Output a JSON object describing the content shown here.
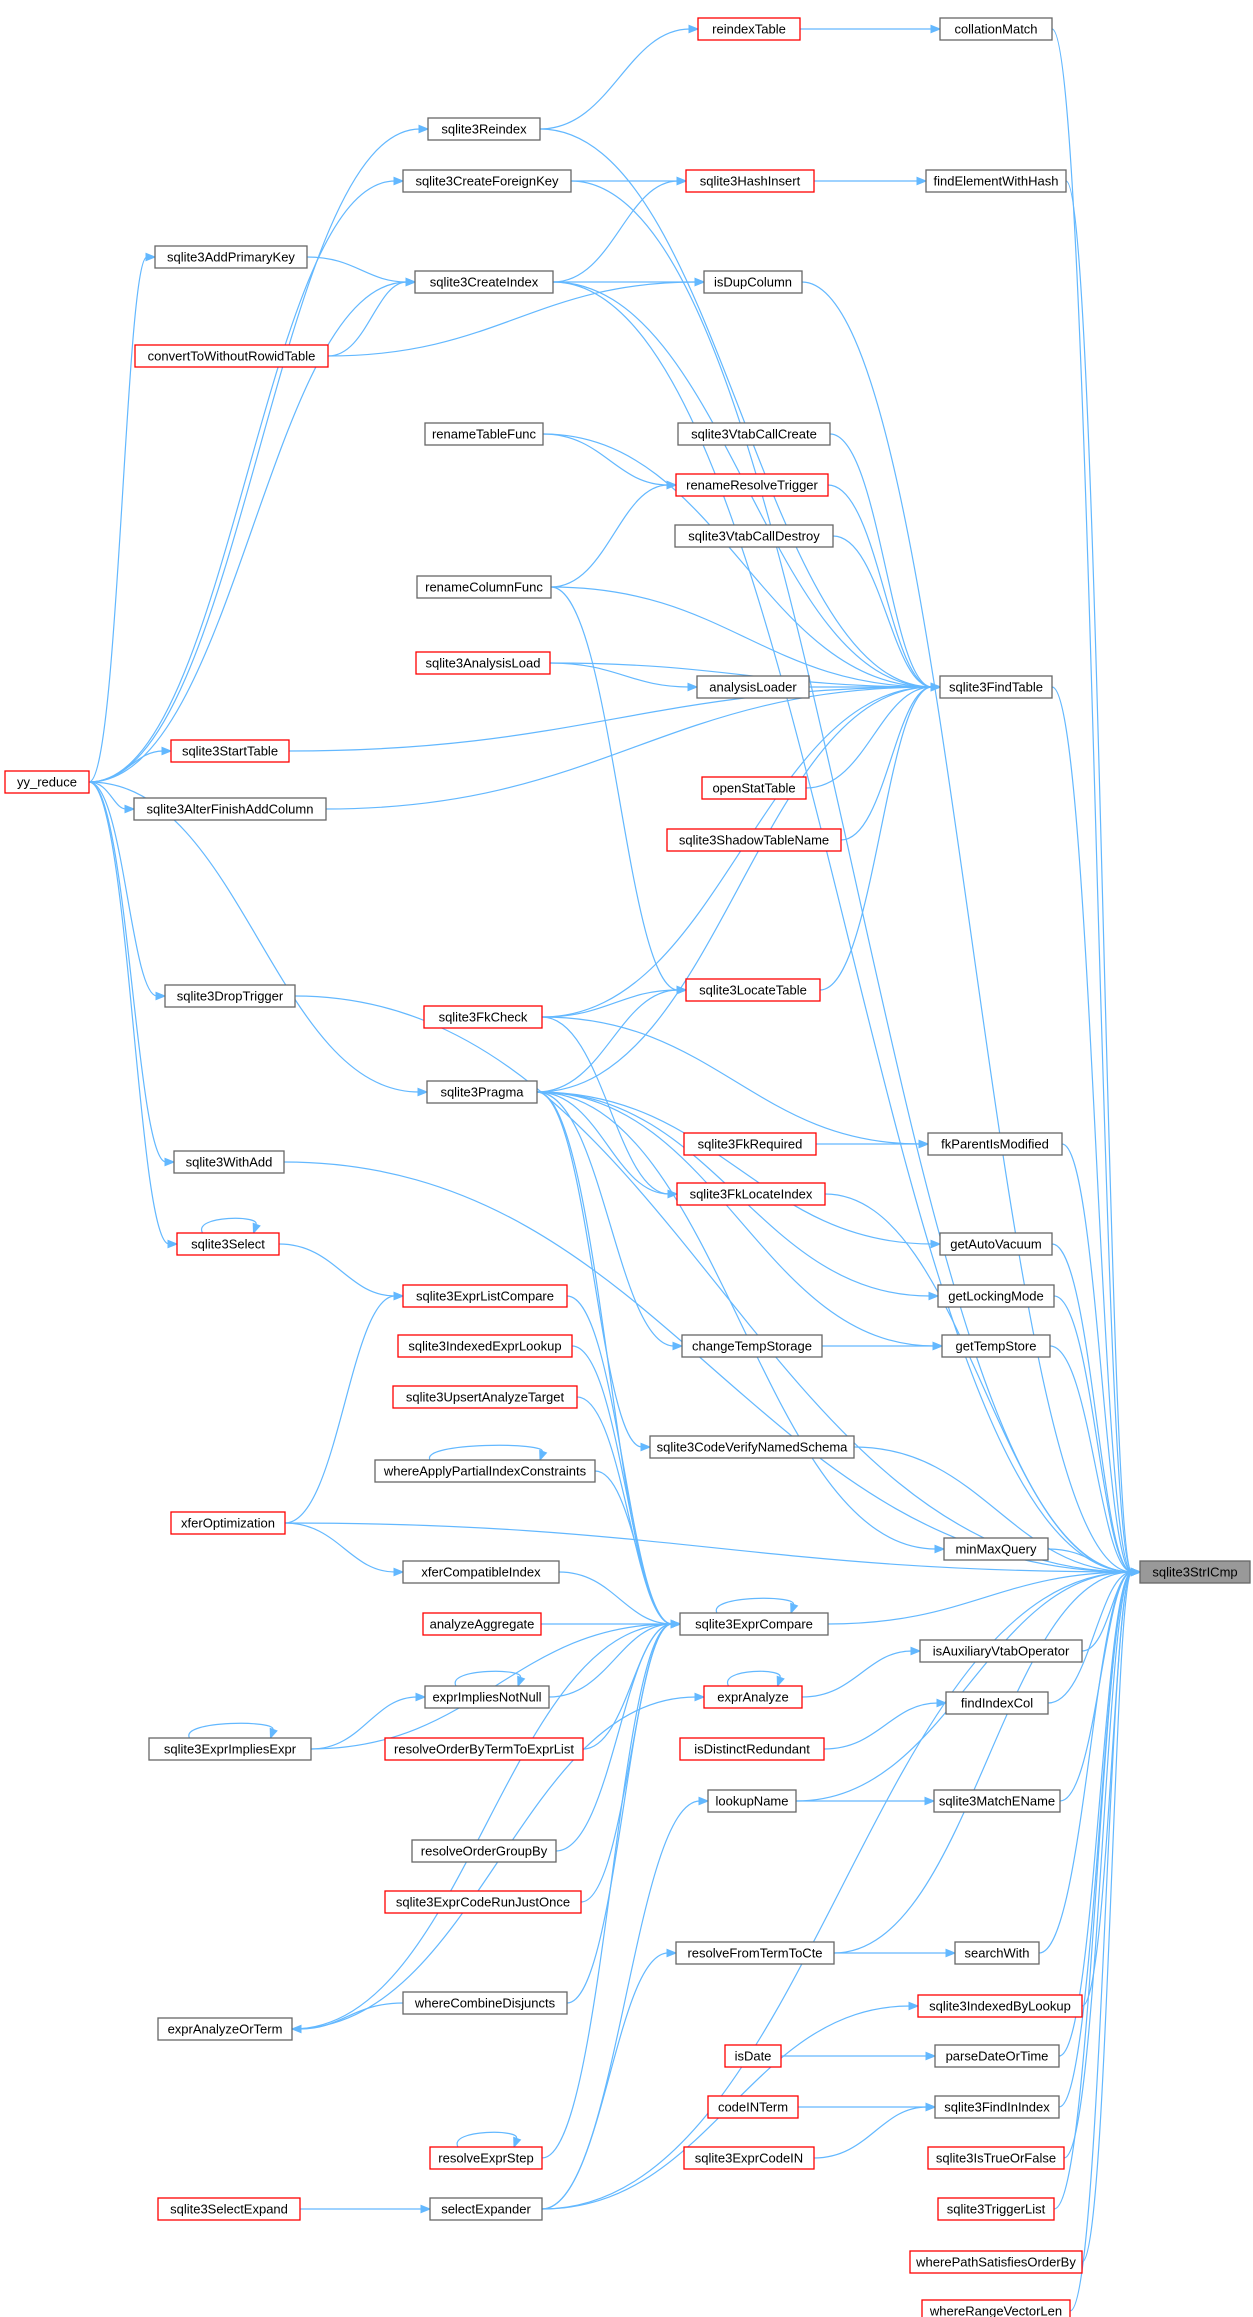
{
  "nodes": [
    {
      "id": "reindexTable",
      "label": "reindexTable",
      "style": "red"
    },
    {
      "id": "collationMatch",
      "label": "collationMatch",
      "style": "black"
    },
    {
      "id": "sqlite3Reindex",
      "label": "sqlite3Reindex",
      "style": "black"
    },
    {
      "id": "sqlite3CreateForeignKey",
      "label": "sqlite3CreateForeignKey",
      "style": "black"
    },
    {
      "id": "sqlite3HashInsert",
      "label": "sqlite3HashInsert",
      "style": "red"
    },
    {
      "id": "findElementWithHash",
      "label": "findElementWithHash",
      "style": "black"
    },
    {
      "id": "sqlite3AddPrimaryKey",
      "label": "sqlite3AddPrimaryKey",
      "style": "black"
    },
    {
      "id": "sqlite3CreateIndex",
      "label": "sqlite3CreateIndex",
      "style": "black"
    },
    {
      "id": "isDupColumn",
      "label": "isDupColumn",
      "style": "black"
    },
    {
      "id": "convertToWithoutRowidTable",
      "label": "convertToWithoutRowidTable",
      "style": "red"
    },
    {
      "id": "renameTableFunc",
      "label": "renameTableFunc",
      "style": "black"
    },
    {
      "id": "sqlite3VtabCallCreate",
      "label": "sqlite3VtabCallCreate",
      "style": "black"
    },
    {
      "id": "renameResolveTrigger",
      "label": "renameResolveTrigger",
      "style": "red"
    },
    {
      "id": "sqlite3VtabCallDestroy",
      "label": "sqlite3VtabCallDestroy",
      "style": "black"
    },
    {
      "id": "renameColumnFunc",
      "label": "renameColumnFunc",
      "style": "black"
    },
    {
      "id": "sqlite3AnalysisLoad",
      "label": "sqlite3AnalysisLoad",
      "style": "red"
    },
    {
      "id": "analysisLoader",
      "label": "analysisLoader",
      "style": "black"
    },
    {
      "id": "sqlite3FindTable",
      "label": "sqlite3FindTable",
      "style": "black"
    },
    {
      "id": "sqlite3StartTable",
      "label": "sqlite3StartTable",
      "style": "red"
    },
    {
      "id": "yy_reduce",
      "label": "yy_reduce",
      "style": "red"
    },
    {
      "id": "openStatTable",
      "label": "openStatTable",
      "style": "red"
    },
    {
      "id": "sqlite3AlterFinishAddColumn",
      "label": "sqlite3AlterFinishAddColumn",
      "style": "black"
    },
    {
      "id": "sqlite3ShadowTableName",
      "label": "sqlite3ShadowTableName",
      "style": "red"
    },
    {
      "id": "sqlite3DropTrigger",
      "label": "sqlite3DropTrigger",
      "style": "black"
    },
    {
      "id": "sqlite3LocateTable",
      "label": "sqlite3LocateTable",
      "style": "red"
    },
    {
      "id": "sqlite3FkCheck",
      "label": "sqlite3FkCheck",
      "style": "red"
    },
    {
      "id": "sqlite3Pragma",
      "label": "sqlite3Pragma",
      "style": "black"
    },
    {
      "id": "fkParentIsModified",
      "label": "fkParentIsModified",
      "style": "black"
    },
    {
      "id": "sqlite3FkRequired",
      "label": "sqlite3FkRequired",
      "style": "red"
    },
    {
      "id": "sqlite3WithAdd",
      "label": "sqlite3WithAdd",
      "style": "black"
    },
    {
      "id": "sqlite3FkLocateIndex",
      "label": "sqlite3FkLocateIndex",
      "style": "red"
    },
    {
      "id": "sqlite3Select",
      "label": "sqlite3Select",
      "style": "red"
    },
    {
      "id": "getAutoVacuum",
      "label": "getAutoVacuum",
      "style": "black"
    },
    {
      "id": "sqlite3ExprListCompare",
      "label": "sqlite3ExprListCompare",
      "style": "red"
    },
    {
      "id": "getLockingMode",
      "label": "getLockingMode",
      "style": "black"
    },
    {
      "id": "sqlite3IndexedExprLookup",
      "label": "sqlite3IndexedExprLookup",
      "style": "red"
    },
    {
      "id": "changeTempStorage",
      "label": "changeTempStorage",
      "style": "black"
    },
    {
      "id": "getTempStore",
      "label": "getTempStore",
      "style": "black"
    },
    {
      "id": "sqlite3UpsertAnalyzeTarget",
      "label": "sqlite3UpsertAnalyzeTarget",
      "style": "red"
    },
    {
      "id": "sqlite3CodeVerifyNamedSchema",
      "label": "sqlite3CodeVerifyNamedSchema",
      "style": "black"
    },
    {
      "id": "whereApplyPartialIndexConstraints",
      "label": "whereApplyPartialIndexConstraints",
      "style": "black"
    },
    {
      "id": "xferOptimization",
      "label": "xferOptimization",
      "style": "red"
    },
    {
      "id": "minMaxQuery",
      "label": "minMaxQuery",
      "style": "black"
    },
    {
      "id": "sqlite3StrICmp",
      "label": "sqlite3StrICmp",
      "style": "gray"
    },
    {
      "id": "xferCompatibleIndex",
      "label": "xferCompatibleIndex",
      "style": "black"
    },
    {
      "id": "analyzeAggregate",
      "label": "analyzeAggregate",
      "style": "red"
    },
    {
      "id": "sqlite3ExprCompare",
      "label": "sqlite3ExprCompare",
      "style": "black"
    },
    {
      "id": "isAuxiliaryVtabOperator",
      "label": "isAuxiliaryVtabOperator",
      "style": "black"
    },
    {
      "id": "exprImpliesNotNull",
      "label": "exprImpliesNotNull",
      "style": "black"
    },
    {
      "id": "exprAnalyze",
      "label": "exprAnalyze",
      "style": "red"
    },
    {
      "id": "findIndexCol",
      "label": "findIndexCol",
      "style": "black"
    },
    {
      "id": "sqlite3ExprImpliesExpr",
      "label": "sqlite3ExprImpliesExpr",
      "style": "black"
    },
    {
      "id": "resolveOrderByTermToExprList",
      "label": "resolveOrderByTermToExprList",
      "style": "red"
    },
    {
      "id": "isDistinctRedundant",
      "label": "isDistinctRedundant",
      "style": "red"
    },
    {
      "id": "lookupName",
      "label": "lookupName",
      "style": "black"
    },
    {
      "id": "sqlite3MatchEName",
      "label": "sqlite3MatchEName",
      "style": "black"
    },
    {
      "id": "resolveOrderGroupBy",
      "label": "resolveOrderGroupBy",
      "style": "black"
    },
    {
      "id": "sqlite3ExprCodeRunJustOnce",
      "label": "sqlite3ExprCodeRunJustOnce",
      "style": "red"
    },
    {
      "id": "resolveFromTermToCte",
      "label": "resolveFromTermToCte",
      "style": "black"
    },
    {
      "id": "searchWith",
      "label": "searchWith",
      "style": "black"
    },
    {
      "id": "whereCombineDisjuncts",
      "label": "whereCombineDisjuncts",
      "style": "black"
    },
    {
      "id": "sqlite3IndexedByLookup",
      "label": "sqlite3IndexedByLookup",
      "style": "red"
    },
    {
      "id": "exprAnalyzeOrTerm",
      "label": "exprAnalyzeOrTerm",
      "style": "black"
    },
    {
      "id": "isDate",
      "label": "isDate",
      "style": "red"
    },
    {
      "id": "parseDateOrTime",
      "label": "parseDateOrTime",
      "style": "black"
    },
    {
      "id": "codeINTerm",
      "label": "codeINTerm",
      "style": "red"
    },
    {
      "id": "sqlite3FindInIndex",
      "label": "sqlite3FindInIndex",
      "style": "black"
    },
    {
      "id": "resolveExprStep",
      "label": "resolveExprStep",
      "style": "red"
    },
    {
      "id": "sqlite3ExprCodeIN",
      "label": "sqlite3ExprCodeIN",
      "style": "red"
    },
    {
      "id": "sqlite3IsTrueOrFalse",
      "label": "sqlite3IsTrueOrFalse",
      "style": "red"
    },
    {
      "id": "sqlite3SelectExpand",
      "label": "sqlite3SelectExpand",
      "style": "red"
    },
    {
      "id": "selectExpander",
      "label": "selectExpander",
      "style": "black"
    },
    {
      "id": "sqlite3TriggerList",
      "label": "sqlite3TriggerList",
      "style": "red"
    },
    {
      "id": "wherePathSatisfiesOrderBy",
      "label": "wherePathSatisfiesOrderBy",
      "style": "red"
    },
    {
      "id": "whereRangeVectorLen",
      "label": "whereRangeVectorLen",
      "style": "red"
    }
  ],
  "edges": [
    [
      "reindexTable",
      "collationMatch"
    ],
    [
      "sqlite3Reindex",
      "reindexTable"
    ],
    [
      "sqlite3CreateForeignKey",
      "sqlite3HashInsert"
    ],
    [
      "sqlite3HashInsert",
      "findElementWithHash"
    ],
    [
      "sqlite3CreateIndex",
      "sqlite3HashInsert"
    ],
    [
      "sqlite3AddPrimaryKey",
      "sqlite3CreateIndex"
    ],
    [
      "convertToWithoutRowidTable",
      "sqlite3CreateIndex"
    ],
    [
      "sqlite3CreateIndex",
      "isDupColumn"
    ],
    [
      "convertToWithoutRowidTable",
      "isDupColumn"
    ],
    [
      "renameColumnFunc",
      "renameResolveTrigger"
    ],
    [
      "renameTableFunc",
      "renameResolveTrigger"
    ],
    [
      "sqlite3AnalysisLoad",
      "analysisLoader"
    ],
    [
      "sqlite3Reindex",
      "sqlite3FindTable"
    ],
    [
      "sqlite3CreateIndex",
      "sqlite3FindTable"
    ],
    [
      "renameTableFunc",
      "sqlite3FindTable"
    ],
    [
      "sqlite3VtabCallCreate",
      "sqlite3FindTable"
    ],
    [
      "renameResolveTrigger",
      "sqlite3FindTable"
    ],
    [
      "sqlite3VtabCallDestroy",
      "sqlite3FindTable"
    ],
    [
      "renameColumnFunc",
      "sqlite3FindTable"
    ],
    [
      "sqlite3AnalysisLoad",
      "sqlite3FindTable"
    ],
    [
      "analysisLoader",
      "sqlite3FindTable"
    ],
    [
      "sqlite3StartTable",
      "sqlite3FindTable"
    ],
    [
      "openStatTable",
      "sqlite3FindTable"
    ],
    [
      "sqlite3ShadowTableName",
      "sqlite3FindTable"
    ],
    [
      "sqlite3AlterFinishAddColumn",
      "sqlite3FindTable"
    ],
    [
      "sqlite3LocateTable",
      "sqlite3FindTable"
    ],
    [
      "sqlite3FkCheck",
      "sqlite3FindTable"
    ],
    [
      "sqlite3Pragma",
      "sqlite3FindTable"
    ],
    [
      "yy_reduce",
      "sqlite3Reindex"
    ],
    [
      "yy_reduce",
      "sqlite3CreateForeignKey"
    ],
    [
      "yy_reduce",
      "sqlite3AddPrimaryKey"
    ],
    [
      "yy_reduce",
      "sqlite3CreateIndex"
    ],
    [
      "yy_reduce",
      "sqlite3StartTable"
    ],
    [
      "yy_reduce",
      "sqlite3AlterFinishAddColumn"
    ],
    [
      "yy_reduce",
      "sqlite3DropTrigger"
    ],
    [
      "yy_reduce",
      "sqlite3Pragma"
    ],
    [
      "yy_reduce",
      "sqlite3WithAdd"
    ],
    [
      "yy_reduce",
      "sqlite3Select"
    ],
    [
      "renameColumnFunc",
      "sqlite3LocateTable"
    ],
    [
      "sqlite3FkCheck",
      "sqlite3LocateTable"
    ],
    [
      "sqlite3Pragma",
      "sqlite3LocateTable"
    ],
    [
      "sqlite3FkCheck",
      "fkParentIsModified"
    ],
    [
      "sqlite3FkRequired",
      "fkParentIsModified"
    ],
    [
      "sqlite3FkCheck",
      "sqlite3FkLocateIndex"
    ],
    [
      "sqlite3Pragma",
      "sqlite3FkLocateIndex"
    ],
    [
      "sqlite3Select",
      "sqlite3Select"
    ],
    [
      "sqlite3Pragma",
      "getAutoVacuum"
    ],
    [
      "sqlite3Pragma",
      "getLockingMode"
    ],
    [
      "sqlite3Pragma",
      "changeTempStorage"
    ],
    [
      "changeTempStorage",
      "getTempStore"
    ],
    [
      "sqlite3Pragma",
      "getTempStore"
    ],
    [
      "sqlite3Select",
      "sqlite3ExprListCompare"
    ],
    [
      "xferOptimization",
      "sqlite3ExprListCompare"
    ],
    [
      "sqlite3Pragma",
      "sqlite3CodeVerifyNamedSchema"
    ],
    [
      "whereApplyPartialIndexConstraints",
      "whereApplyPartialIndexConstraints"
    ],
    [
      "sqlite3Pragma",
      "minMaxQuery"
    ],
    [
      "xferOptimization",
      "xferCompatibleIndex"
    ],
    [
      "xferCompatibleIndex",
      "sqlite3ExprCompare"
    ],
    [
      "analyzeAggregate",
      "sqlite3ExprCompare"
    ],
    [
      "sqlite3ExprCompare",
      "sqlite3ExprCompare"
    ],
    [
      "sqlite3ExprListCompare",
      "sqlite3ExprCompare"
    ],
    [
      "sqlite3IndexedExprLookup",
      "sqlite3ExprCompare"
    ],
    [
      "sqlite3UpsertAnalyzeTarget",
      "sqlite3ExprCompare"
    ],
    [
      "whereApplyPartialIndexConstraints",
      "sqlite3ExprCompare"
    ],
    [
      "exprImpliesNotNull",
      "sqlite3ExprCompare"
    ],
    [
      "sqlite3ExprImpliesExpr",
      "sqlite3ExprCompare"
    ],
    [
      "resolveOrderByTermToExprList",
      "sqlite3ExprCompare"
    ],
    [
      "resolveOrderGroupBy",
      "sqlite3ExprCompare"
    ],
    [
      "sqlite3ExprCodeRunJustOnce",
      "sqlite3ExprCompare"
    ],
    [
      "whereCombineDisjuncts",
      "sqlite3ExprCompare"
    ],
    [
      "exprAnalyzeOrTerm",
      "sqlite3ExprCompare"
    ],
    [
      "resolveExprStep",
      "sqlite3ExprCompare"
    ],
    [
      "sqlite3Pragma",
      "sqlite3ExprCompare"
    ],
    [
      "exprImpliesNotNull",
      "exprImpliesNotNull"
    ],
    [
      "sqlite3ExprImpliesExpr",
      "exprImpliesNotNull"
    ],
    [
      "sqlite3ExprImpliesExpr",
      "sqlite3ExprImpliesExpr"
    ],
    [
      "exprAnalyze",
      "exprAnalyze"
    ],
    [
      "exprAnalyze",
      "isAuxiliaryVtabOperator"
    ],
    [
      "isDistinctRedundant",
      "findIndexCol"
    ],
    [
      "lookupName",
      "sqlite3MatchEName"
    ],
    [
      "resolveFromTermToCte",
      "searchWith"
    ],
    [
      "whereCombineDisjuncts",
      "exprAnalyzeOrTerm"
    ],
    [
      "exprAnalyzeOrTerm",
      "exprAnalyze"
    ],
    [
      "isDate",
      "parseDateOrTime"
    ],
    [
      "codeINTerm",
      "sqlite3FindInIndex"
    ],
    [
      "sqlite3ExprCodeIN",
      "sqlite3FindInIndex"
    ],
    [
      "resolveExprStep",
      "resolveExprStep"
    ],
    [
      "sqlite3SelectExpand",
      "selectExpander"
    ],
    [
      "selectExpander",
      "resolveFromTermToCte"
    ],
    [
      "selectExpander",
      "lookupName"
    ],
    [
      "selectExpander",
      "sqlite3IndexedByLookup"
    ],
    [
      "collationMatch",
      "sqlite3StrICmp"
    ],
    [
      "sqlite3CreateForeignKey",
      "sqlite3StrICmp"
    ],
    [
      "findElementWithHash",
      "sqlite3StrICmp"
    ],
    [
      "sqlite3CreateIndex",
      "sqlite3StrICmp"
    ],
    [
      "isDupColumn",
      "sqlite3StrICmp"
    ],
    [
      "sqlite3FindTable",
      "sqlite3StrICmp"
    ],
    [
      "fkParentIsModified",
      "sqlite3StrICmp"
    ],
    [
      "sqlite3FkLocateIndex",
      "sqlite3StrICmp"
    ],
    [
      "sqlite3WithAdd",
      "sqlite3StrICmp"
    ],
    [
      "getAutoVacuum",
      "sqlite3StrICmp"
    ],
    [
      "getLockingMode",
      "sqlite3StrICmp"
    ],
    [
      "getTempStore",
      "sqlite3StrICmp"
    ],
    [
      "sqlite3DropTrigger",
      "sqlite3StrICmp"
    ],
    [
      "sqlite3CodeVerifyNamedSchema",
      "sqlite3StrICmp"
    ],
    [
      "xferOptimization",
      "sqlite3StrICmp"
    ],
    [
      "minMaxQuery",
      "sqlite3StrICmp"
    ],
    [
      "sqlite3ExprCompare",
      "sqlite3StrICmp"
    ],
    [
      "isAuxiliaryVtabOperator",
      "sqlite3StrICmp"
    ],
    [
      "findIndexCol",
      "sqlite3StrICmp"
    ],
    [
      "lookupName",
      "sqlite3StrICmp"
    ],
    [
      "sqlite3MatchEName",
      "sqlite3StrICmp"
    ],
    [
      "resolveFromTermToCte",
      "sqlite3StrICmp"
    ],
    [
      "searchWith",
      "sqlite3StrICmp"
    ],
    [
      "sqlite3IndexedByLookup",
      "sqlite3StrICmp"
    ],
    [
      "parseDateOrTime",
      "sqlite3StrICmp"
    ],
    [
      "sqlite3FindInIndex",
      "sqlite3StrICmp"
    ],
    [
      "sqlite3IsTrueOrFalse",
      "sqlite3StrICmp"
    ],
    [
      "sqlite3TriggerList",
      "sqlite3StrICmp"
    ],
    [
      "wherePathSatisfiesOrderBy",
      "sqlite3StrICmp"
    ],
    [
      "whereRangeVectorLen",
      "sqlite3StrICmp"
    ],
    [
      "selectExpander",
      "sqlite3StrICmp"
    ]
  ]
}
